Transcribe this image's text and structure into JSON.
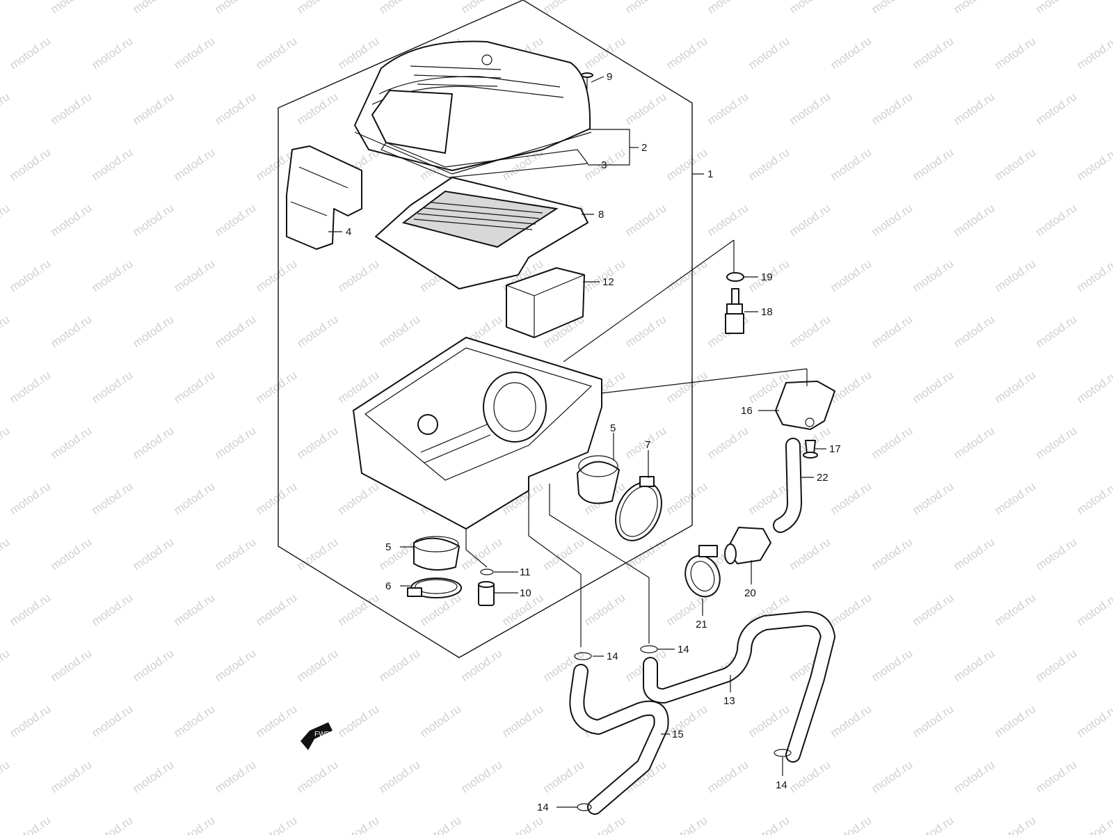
{
  "watermark": {
    "text": "motod.ru",
    "color": "#d0d0d0"
  },
  "fwd_label": "FWD",
  "callouts": {
    "n1": "1",
    "n2": "2",
    "n3": "3",
    "n4": "4",
    "n5a": "5",
    "n5b": "5",
    "n6": "6",
    "n7": "7",
    "n8": "8",
    "n9": "9",
    "n10": "10",
    "n11": "11",
    "n12": "12",
    "n13": "13",
    "n14a": "14",
    "n14b": "14",
    "n14c": "14",
    "n14d": "14",
    "n15": "15",
    "n16": "16",
    "n17": "17",
    "n18": "18",
    "n19": "19",
    "n20": "20",
    "n21": "21",
    "n22": "22"
  },
  "colors": {
    "line": "#111111",
    "background": "#ffffff",
    "shade": "#d8d8d8"
  }
}
